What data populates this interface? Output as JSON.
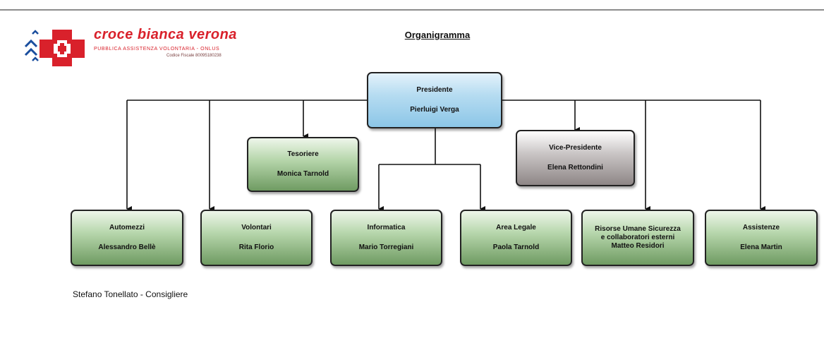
{
  "logo": {
    "title": "croce bianca verona",
    "subtitle": "PUBBLICA ASSISTENZA VOLONTARIA - ONLUS",
    "code": "Codice Fiscale 80095180238"
  },
  "page_title": "Organigramma",
  "nodes": {
    "presidente": {
      "role": "Presidente",
      "person": "Pierluigi Verga"
    },
    "tesoriere": {
      "role": "Tesoriere",
      "person": "Monica Tarnold"
    },
    "vice_presidente": {
      "role": "Vice-Presidente",
      "person": "Elena Rettondini"
    },
    "automezzi": {
      "role": "Automezzi",
      "person": "Alessandro Bellè"
    },
    "volontari": {
      "role": "Volontari",
      "person": "Rita Florio"
    },
    "informatica": {
      "role": "Informatica",
      "person": "Mario Torregiani"
    },
    "area_legale": {
      "role": "Area Legale",
      "person": "Paola Tarnold"
    },
    "risorse_umane": {
      "role": "Risorse Umane Sicurezza e collaboratori esterni",
      "person": "Matteo Residori"
    },
    "assistenze": {
      "role": "Assistenze",
      "person": "Elena Martin"
    }
  },
  "footer_note": "Stefano Tonellato - Consigliere",
  "colors": {
    "green_box": "#8fb981",
    "blue_box": "#a9d6ee",
    "grey_box": "#b0aaaa",
    "logo_red": "#d9212b",
    "logo_blue": "#1a4e9e"
  }
}
